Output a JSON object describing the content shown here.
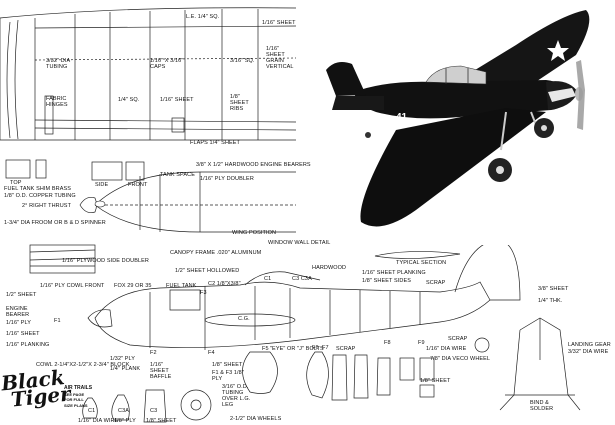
{
  "title": {
    "line1": "Black",
    "line2": "Tiger",
    "publisher": "AIR TRAILS",
    "publisher_sub": "SEE PAGE FOR FULL SIZE PLANS"
  },
  "wing_labels": {
    "le": "L.E. 1/4\" SQ.",
    "sheet_top": "1/16\" SHEET",
    "tubing": "3/32\" DIA TUBING",
    "fabric": "FABRIC HINGES",
    "caps": "1/16\" X 3/16\" CAPS",
    "sq": "1/4\" SQ.",
    "sheet_mid": "1/16\" SHEET",
    "sq316": "3/16\" SQ.",
    "ribs": "1/8\" SHEET RIBS",
    "grain": "1/16\" SHEET GRAIN VERTICAL",
    "flaps": "FLAPS 1/4\" SHEET"
  },
  "tank_labels": {
    "fuel_tank": "FUEL TANK SHIM BRASS",
    "copper": "1/8\" O.D. COPPER TUBING",
    "top": "TOP",
    "side": "SIDE",
    "front": "FRONT",
    "tank_space": "TANK SPACE",
    "engine_bearers": "3/8\" X 1/2\" HARDWOOD ENGINE BEARERS",
    "ply_doubler": "1/16\" PLY DOUBLER",
    "right_thrust": "2° RIGHT THRUST",
    "spinner": "1-3/4\" DIA FROOM OR B & D SPINNER",
    "wing_position": "WING POSITION"
  },
  "side_labels": {
    "window_detail": "WINDOW WALL DETAIL",
    "hardwood": "HARDWOOD",
    "typical_section": "TYPICAL SECTION",
    "canopy": "CANOPY FRAME .020\" ALUMINUM",
    "c1": "C1",
    "c3": "C3  C3A",
    "ply_side": "1/16\" PLYWOOD SIDE DOUBLER",
    "planking_top": "1/16\" SHEET PLANKING",
    "sheet_hollowed": "1/2\" SHEET HOLLOWED",
    "sheet_sides": "1/8\" SHEET SIDES",
    "cowl_front": "1/16\" PLY COWL FRONT",
    "fox": "FOX 29 OR 35",
    "fuel_tank": "FUEL TANK",
    "c2": "C2 1/8\"X3/8\"",
    "scrap": "SCRAP",
    "half_sheet": "1/2\" SHEET",
    "engine_bearer": "ENGINE BEARER",
    "ply": "1/16\" PLY",
    "sheet16": "1/16\" SHEET",
    "planking": "1/16\" PLANKING",
    "cowl_block": "COWL 2-1/4\"X2-1/2\"X 2-3/4\" BLOCK",
    "ply132": "1/32\" PLY",
    "plank": "1/4\" PLANK",
    "baffle": "1/16\" SHEET BAFFLE",
    "f1": "F1",
    "f2": "F2",
    "f3": "F3",
    "f4": "F4",
    "f5": "F5",
    "f6": "F6",
    "f7": "F7",
    "f8": "F8",
    "f9": "F9",
    "eye_bolts": "\"EYE\" OR \"J\" BOLTS",
    "scrap2": "SCRAP",
    "scrap3": "SCRAP",
    "dia_wire": "1/16\" DIA WIRE",
    "veco": "7/8\" DIA VECO WHEEL",
    "f1f3": "F1 & F3 1/8\" PLY",
    "tubing": "3/16\" O.D. TUBING OVER L.G. LEG",
    "sheet_lo": "1/8\" SHEET",
    "sheet_lo2": "1/8\" SHEET",
    "wheels": "2-1/2\" DIA WHEELS",
    "c1b": "C1",
    "c3a": "C3A",
    "c3b": "C3",
    "wire16": "1/16\" DIA WIRE",
    "ply18": "1/8\" PLY",
    "sheet8": "1/8\" SHEET",
    "sheet38": "3/8\" SHEET",
    "thk": "1/4\" THK.",
    "lg1": "LANDING GEAR",
    "lg2": "3/32\" DIA WIRE",
    "bind": "BIND & SOLDER",
    "cg": "C.G."
  },
  "photo": {
    "roundel": "41"
  }
}
